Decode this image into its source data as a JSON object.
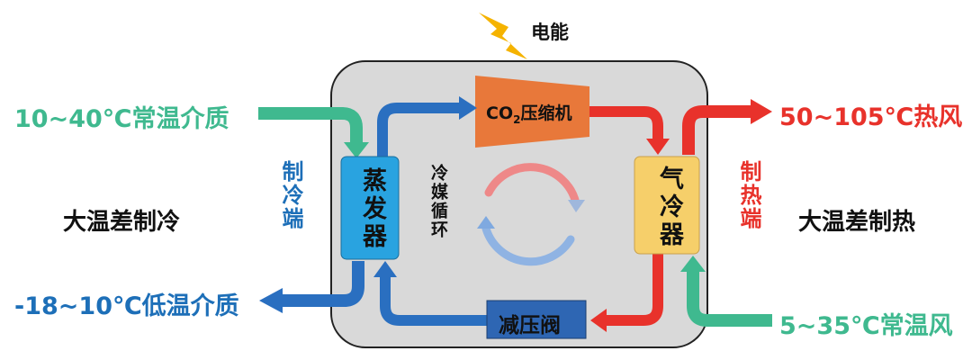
{
  "power_label": "电能",
  "inputs": {
    "left_in": "10~40℃常温介质",
    "left_out": "-18~10℃低温介质",
    "right_out": "50~105℃热风",
    "right_in": "5~35℃常温风"
  },
  "side_titles": {
    "left": "大温差制冷",
    "right": "大温差制热"
  },
  "vertical_labels": {
    "cooling_end": "制冷端",
    "heating_end": "制热端",
    "refrigerant_cycle": "冷媒循环"
  },
  "components": {
    "compressor_prefix": "CO",
    "compressor_sub": "2",
    "compressor_suffix": "压缩机",
    "evaporator": "蒸发器",
    "gas_cooler": "气冷器",
    "expansion_valve": "减压阀"
  },
  "colors": {
    "green": "#3fb98f",
    "red": "#e8322b",
    "blue": "#1d6fb8",
    "compressor": "#e8783a",
    "evaporator": "#29a3e0",
    "gas_cooler": "#f6cf6a",
    "valve": "#2e66b3",
    "housing": "#d9d9d9",
    "lightning": "#f5b300"
  }
}
